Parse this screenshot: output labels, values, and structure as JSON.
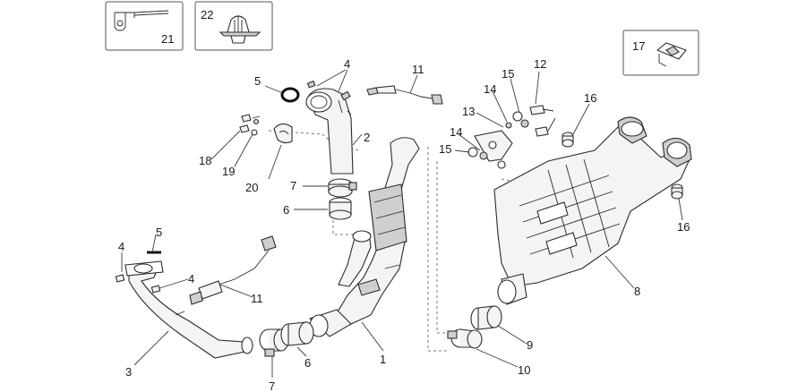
{
  "diagram": {
    "callouts": {
      "c1": "1",
      "c2": "2",
      "c3": "3",
      "c4a": "4",
      "c4b": "4",
      "c4c": "4",
      "c5a": "5",
      "c5b": "5",
      "c6a": "6",
      "c6b": "6",
      "c7a": "7",
      "c7b": "7",
      "c8": "8",
      "c9": "9",
      "c10": "10",
      "c11a": "11",
      "c11b": "11",
      "c12": "12",
      "c13": "13",
      "c14a": "14",
      "c14b": "14",
      "c15a": "15",
      "c15b": "15",
      "c16a": "16",
      "c16b": "16",
      "c17": "17",
      "c18": "18",
      "c19": "19",
      "c20": "20",
      "c21": "21",
      "c22": "22"
    }
  }
}
